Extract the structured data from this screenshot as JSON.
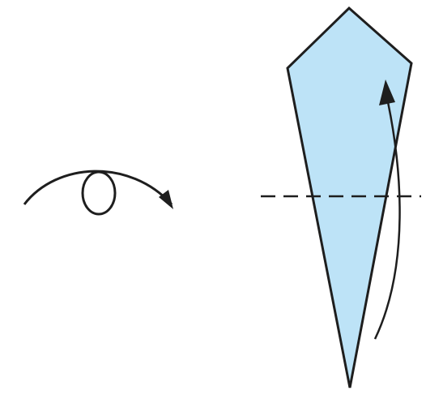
{
  "diagram": {
    "steps": [
      {
        "symbol": "turn-over"
      },
      {
        "symbol": "valley-fold",
        "direction": "up"
      }
    ],
    "colors": {
      "paper": "#bde3f7",
      "line": "#1e1e1e",
      "background": "#ffffff"
    }
  }
}
